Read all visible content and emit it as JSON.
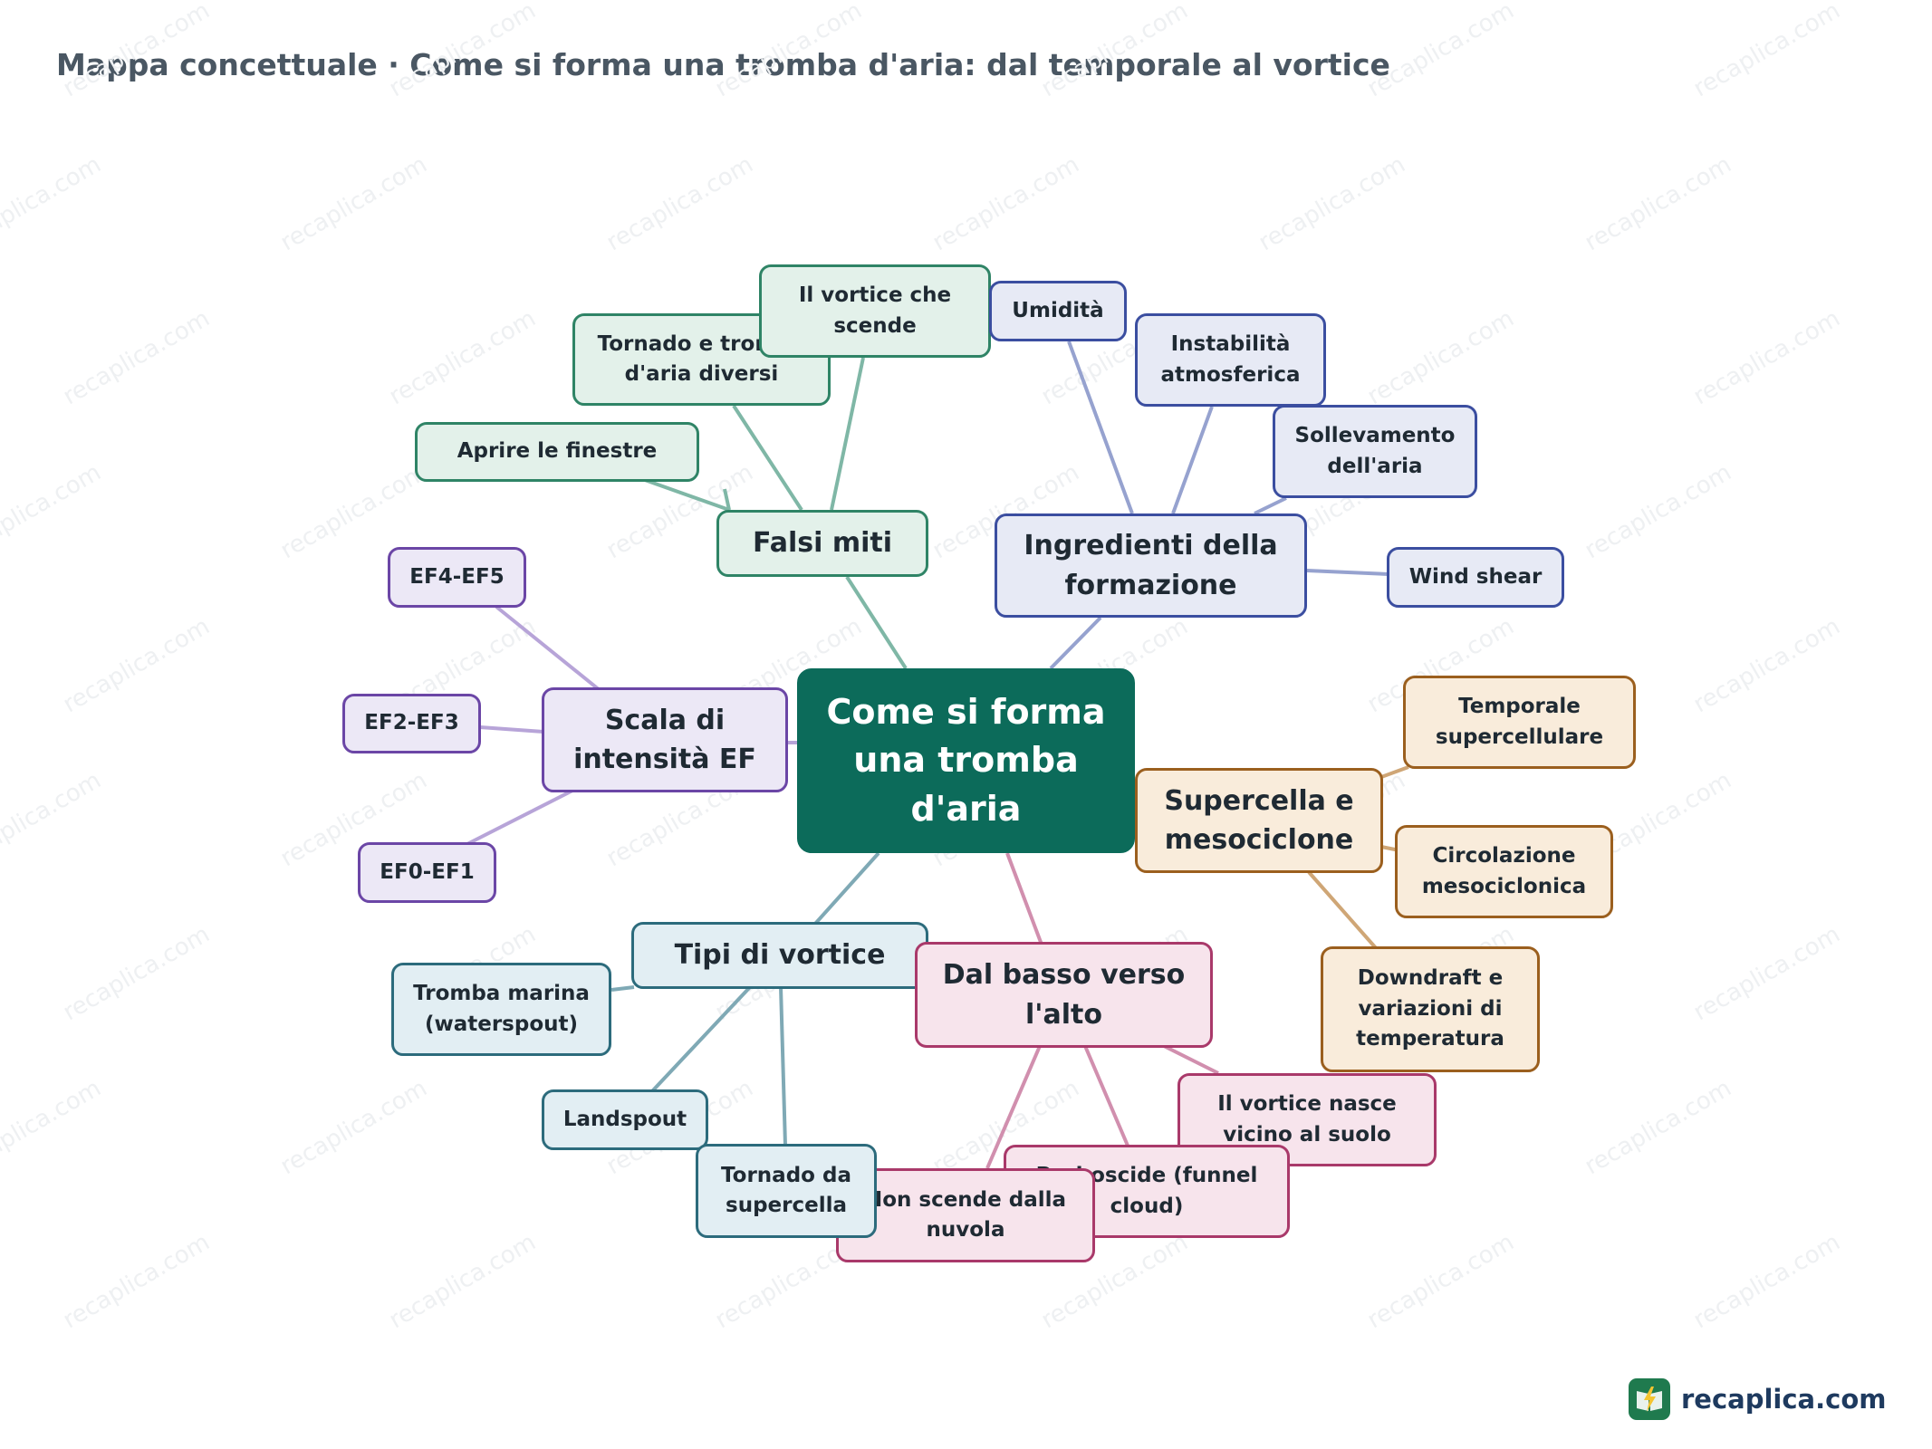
{
  "title": "Mappa concettuale · Come si forma una tromba d'aria: dal temporale al vortice",
  "watermark": "recaplica.com",
  "brand": {
    "name": "recaplica.com",
    "icon": "lightning-book-icon",
    "color": "#1f7a4e"
  },
  "center": "Come si forma una tromba d'aria",
  "branches": {
    "falsi_miti": {
      "label": "Falsi miti",
      "color": "#2f8466",
      "items": [
        "Aprire le finestre",
        "Tornado e trombe d'aria diversi",
        "Il vortice che scende"
      ]
    },
    "ingredienti": {
      "label": "Ingredienti della formazione",
      "color": "#3b4ea0",
      "items": [
        "Umidità",
        "Instabilità atmosferica",
        "Sollevamento dell'aria",
        "Wind shear"
      ]
    },
    "scala_ef": {
      "label": "Scala di intensità EF",
      "color": "#6b46a6",
      "items": [
        "EF4-EF5",
        "EF2-EF3",
        "EF0-EF1"
      ]
    },
    "supercella": {
      "label": "Supercella e mesociclone",
      "color": "#9b5f1e",
      "items": [
        "Temporale supercellulare",
        "Circolazione mesociclonica",
        "Downdraft e variazioni di temperatura"
      ]
    },
    "tipi": {
      "label": "Tipi di vortice",
      "color": "#2c6b7c",
      "items": [
        "Tromba marina (waterspout)",
        "Landspout",
        "Tornado da supercella"
      ]
    },
    "basso_alto": {
      "label": "Dal basso verso l'alto",
      "color": "#a9396a",
      "items": [
        "Il vortice nasce vicino al suolo",
        "Proboscide (funnel cloud)",
        "Non scende dalla nuvola"
      ]
    }
  }
}
